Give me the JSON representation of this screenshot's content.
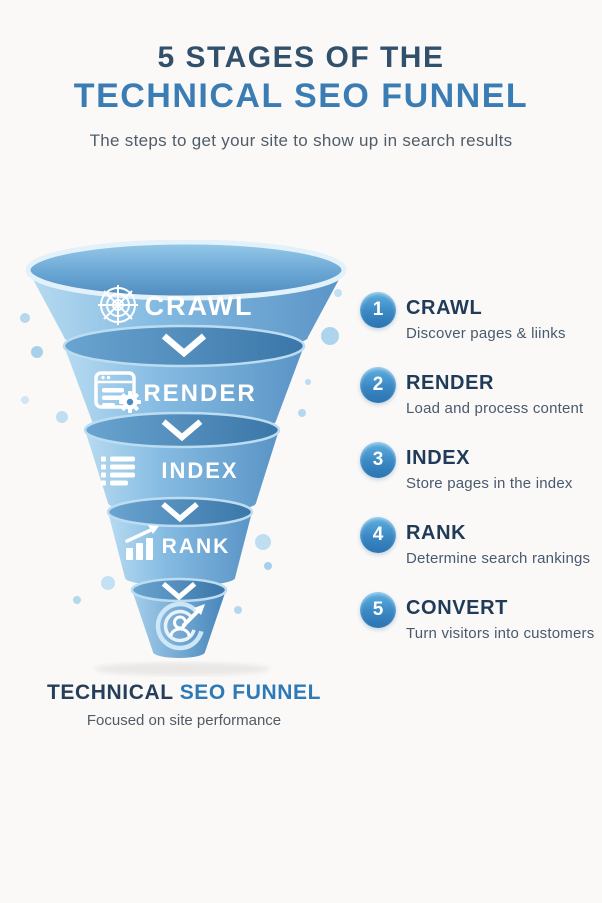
{
  "title": {
    "line1": "5 STAGES OF THE",
    "line2": "TECHNICAL SEO FUNNEL",
    "subtitle": "The steps to get your site to show up in search results"
  },
  "funnel": {
    "stages": [
      {
        "label": "CRAWL",
        "icon": "spider-web-icon"
      },
      {
        "label": "RENDER",
        "icon": "browser-gear-icon"
      },
      {
        "label": "INDEX",
        "icon": "list-icon"
      },
      {
        "label": "RANK",
        "icon": "bar-chart-arrow-icon"
      },
      {
        "icon": "convert-target-icon"
      }
    ],
    "caption_dark": "TECHNICAL",
    "caption_blue": "SEO FUNNEL",
    "caption_subtitle": "Focused on site performance"
  },
  "steps": [
    {
      "number": "1",
      "title": "CRAWL",
      "description": "Discover pages & liinks"
    },
    {
      "number": "2",
      "title": "RENDER",
      "description": "Load and process content"
    },
    {
      "number": "3",
      "title": "INDEX",
      "description": "Store pages in the index"
    },
    {
      "number": "4",
      "title": "RANK",
      "description": "Determine search rankings"
    },
    {
      "number": "5",
      "title": "CONVERT",
      "description": "Turn visitors into customers"
    }
  ],
  "colors": {
    "background": "#faf9f8",
    "title_dark": "#31506b",
    "title_blue": "#3a7cb4",
    "funnel_light": "#b7dbf1",
    "funnel_mid": "#85bbe2",
    "funnel_dark": "#3a76a8",
    "step_circle_blue": "#2b74b0",
    "heading_navy": "#1f3b58",
    "body_gray": "#485a6d"
  }
}
